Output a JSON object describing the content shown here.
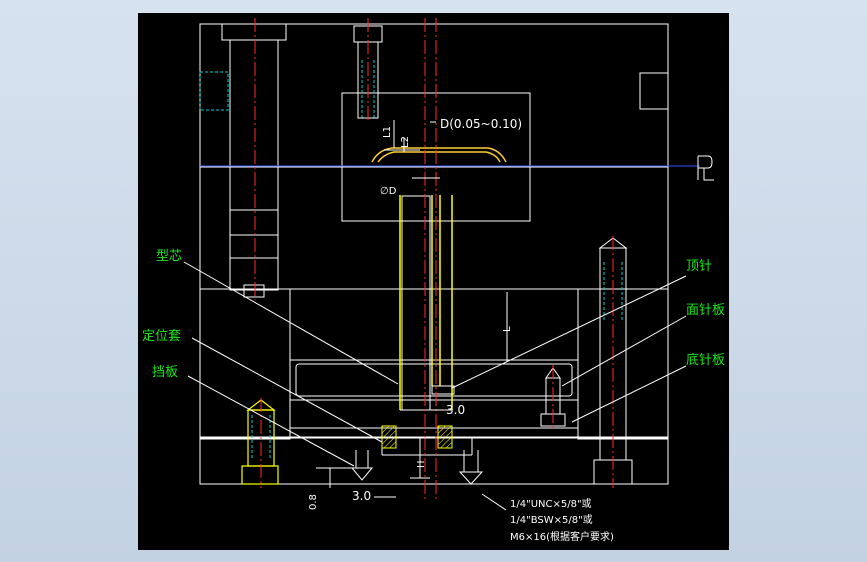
{
  "dimensions": {
    "top_gap": "D(0.05~0.10)",
    "l1": "L1",
    "l2": "L2",
    "dia": "∅D",
    "l": "L",
    "h": "H",
    "gap_30_right": "3.0",
    "gap_30_bottom": "3.0",
    "gap_08": "0.8"
  },
  "parting_line": "PL",
  "callouts": {
    "core": "型芯",
    "locating_sleeve": "定位套",
    "stop_plate": "挡板",
    "ejector_pin": "顶针",
    "ejector_retainer_plate": "面针板",
    "ejector_base_plate": "底针板"
  },
  "screw_note": [
    "1/4\"UNC×5/8\"或",
    "1/4\"BSW×5/8\"或",
    "M6×16(根据客户要求)"
  ],
  "colors": {
    "background": "#000000",
    "outline": "#ffffff",
    "centerline": "#ff2a2a",
    "core_outline": "#ffff00",
    "parting_line": "#3050ff",
    "hidden_line": "#00d0d0",
    "callout_text": "#19e619",
    "sleeve_fill": "#c8a000"
  }
}
